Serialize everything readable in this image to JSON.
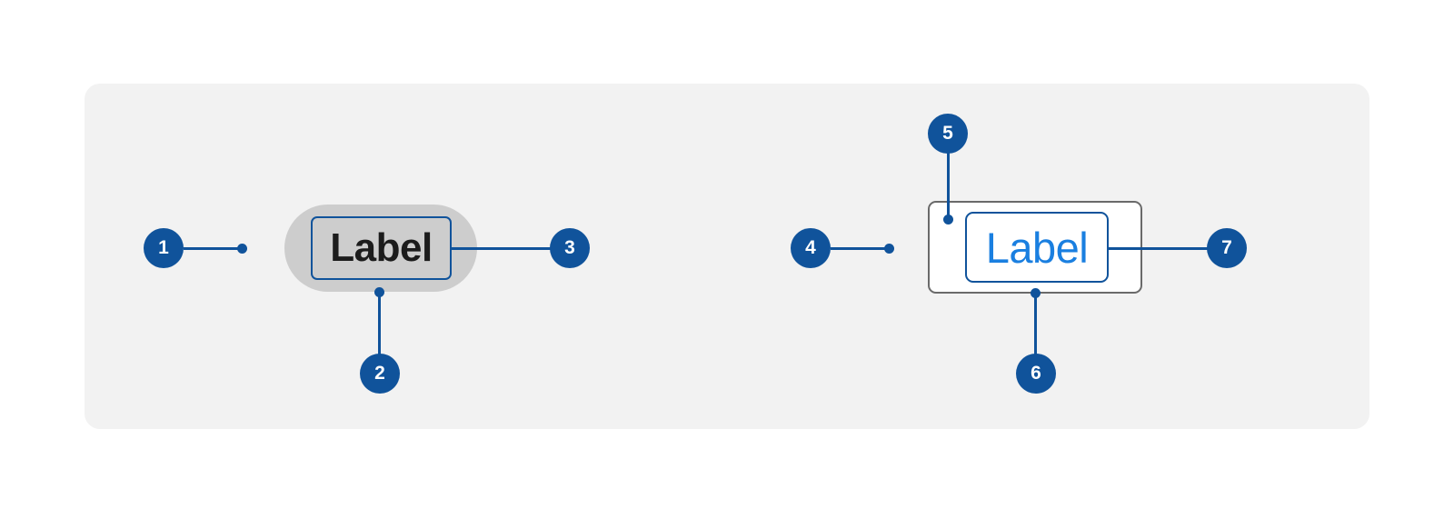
{
  "panel": {
    "background_color": "#f2f2f2",
    "corner_radius": "17px"
  },
  "specimens": [
    {
      "id": "pill",
      "name": "pill-chip-specimen",
      "label": "Label",
      "surface_color": "#cdcdcd",
      "text_color": "#1c1c1c",
      "focus_ring_color": "#10539b",
      "shape": "pill"
    },
    {
      "id": "box",
      "name": "bordered-box-specimen",
      "label": "Label",
      "surface_color": "#ffffff",
      "border_color": "#6a6a6a",
      "text_color": "#1a7fe0",
      "focus_ring_color": "#10539b",
      "shape": "rounded-rect"
    }
  ],
  "callouts": [
    {
      "number": "1",
      "target": "pill-left-exterior"
    },
    {
      "number": "2",
      "target": "pill-bottom-edge"
    },
    {
      "number": "3",
      "target": "pill-focus-ring-right"
    },
    {
      "number": "4",
      "target": "box-left-exterior"
    },
    {
      "number": "5",
      "target": "box-inner-top-left-padding"
    },
    {
      "number": "6",
      "target": "box-bottom-edge"
    },
    {
      "number": "7",
      "target": "box-focus-ring-right"
    }
  ],
  "colors": {
    "accent": "#10539b",
    "panel": "#f2f2f2",
    "pill_surface": "#cdcdcd",
    "box_border": "#6a6a6a",
    "box_label": "#1a7fe0",
    "pill_label": "#1c1c1c",
    "page_background": "#ffffff"
  }
}
